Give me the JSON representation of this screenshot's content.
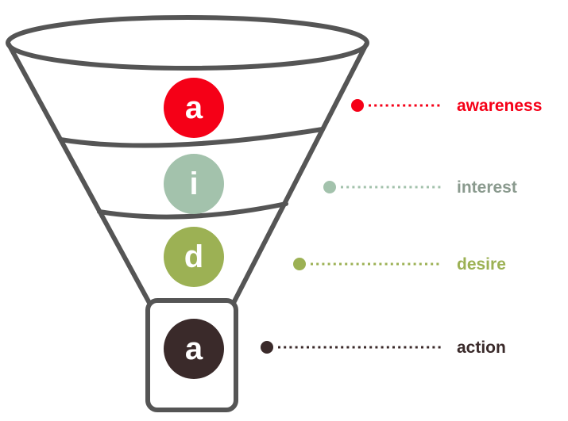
{
  "stages": [
    {
      "letter": "a",
      "label": "awareness",
      "color": "#f50017",
      "text_color": "#f50017"
    },
    {
      "letter": "i",
      "label": "interest",
      "color": "#a3c2ac",
      "text_color": "#8a9a8e"
    },
    {
      "letter": "d",
      "label": "desire",
      "color": "#9cb154",
      "text_color": "#9cb154"
    },
    {
      "letter": "a",
      "label": "action",
      "color": "#3a2a2a",
      "text_color": "#3a2a2a"
    }
  ],
  "outline_color": "#555555"
}
